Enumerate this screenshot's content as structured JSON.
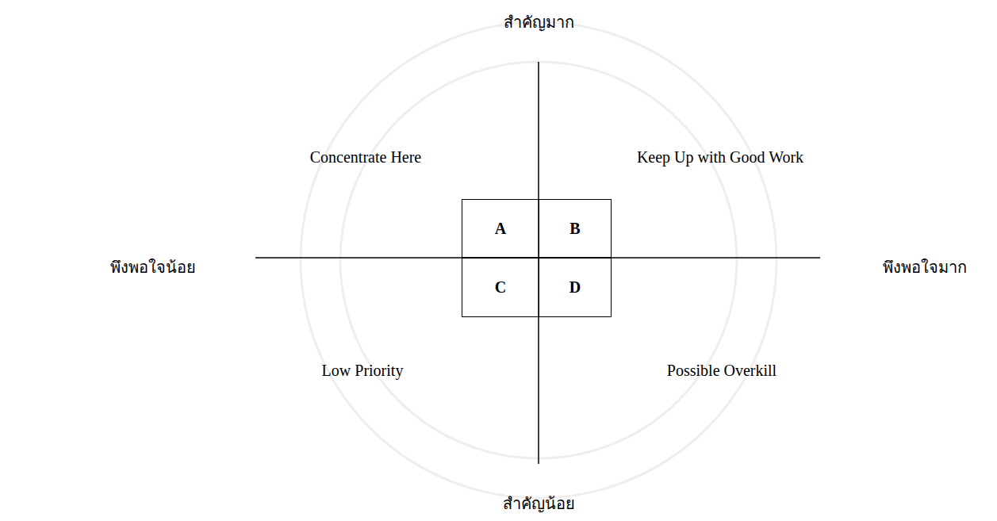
{
  "diagram": {
    "nodes": [
      {
        "text": [
          "A"
        ]
      },
      {
        "text": [
          "B"
        ]
      },
      {
        "text": [
          "C"
        ]
      },
      {
        "text": [
          "D"
        ]
      }
    ],
    "labels": [
      "สำคัญมาก",
      "Concentrate Here",
      "Keep Up with Good Work",
      "พึงพอใจน้อย",
      "พึงพอใจมาก",
      "Low Priority",
      "Possible Overkill",
      "สำคัญน้อย"
    ]
  }
}
